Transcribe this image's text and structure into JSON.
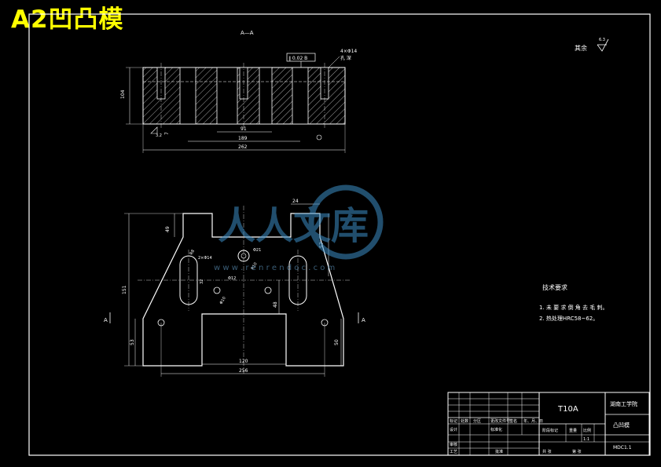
{
  "banner": {
    "title": "A2凹凸模"
  },
  "section": {
    "label": "A—A"
  },
  "roughness": {
    "label": "其余",
    "value": "6.3"
  },
  "top_view": {
    "tolerance_frame": "∥ 0.02 B",
    "hole_note_1": "4×Φ14",
    "hole_note_2": "孔 深",
    "height_dim": "104",
    "dim_small": "7",
    "dim_inner": "91",
    "dim_mid": "189",
    "dim_total": "262",
    "datum_label": "3.2"
  },
  "bottom_view": {
    "dim_top_width": "24",
    "dim_left_upper": "49",
    "dim_left_height": "151",
    "dim_left_lower": "53",
    "dim_right_upper": "57",
    "dim_right_lower": "50",
    "dim_inner_mid": "48",
    "dim_bottom_inner": "120",
    "dim_bottom_total": "256",
    "hole_note_a": "2×Φ14",
    "hole_note_b": "Φ21",
    "hole_note_c": "Φ12",
    "hole_note_d": "Φ10",
    "radius_r": "R8",
    "dim_slot": "32",
    "dim_slot2": "R10",
    "section_mark_left": "A",
    "section_mark_right": "A"
  },
  "tech_requirements": {
    "heading": "技术要求",
    "item1": "1. 未 要 求 倒 角 去 毛 刺。",
    "item2": "2. 热处理HRC58~62。"
  },
  "watermark": {
    "brand": "人人文库",
    "url": "w w w . r e n r e n d o c . c o m"
  },
  "title_block": {
    "material": "T10A",
    "school": "湖南工学院",
    "part_name": "凸凹模",
    "drawing_no": "MDC1.1",
    "scale": "1:1",
    "col_mark": "标记",
    "col_qty": "处数",
    "col_zone": "分区",
    "col_change_doc": "更改文件号",
    "col_sign": "签名",
    "col_date": "年、月、日",
    "row_design": "设计",
    "row_std": "标准化",
    "row_review": "审核",
    "row_process": "工艺",
    "row_approve": "批准",
    "stage_mark": "阶段标记",
    "weight": "重量",
    "ratio": "比例",
    "sheet_total": "共  张",
    "sheet_no": "第  张"
  }
}
